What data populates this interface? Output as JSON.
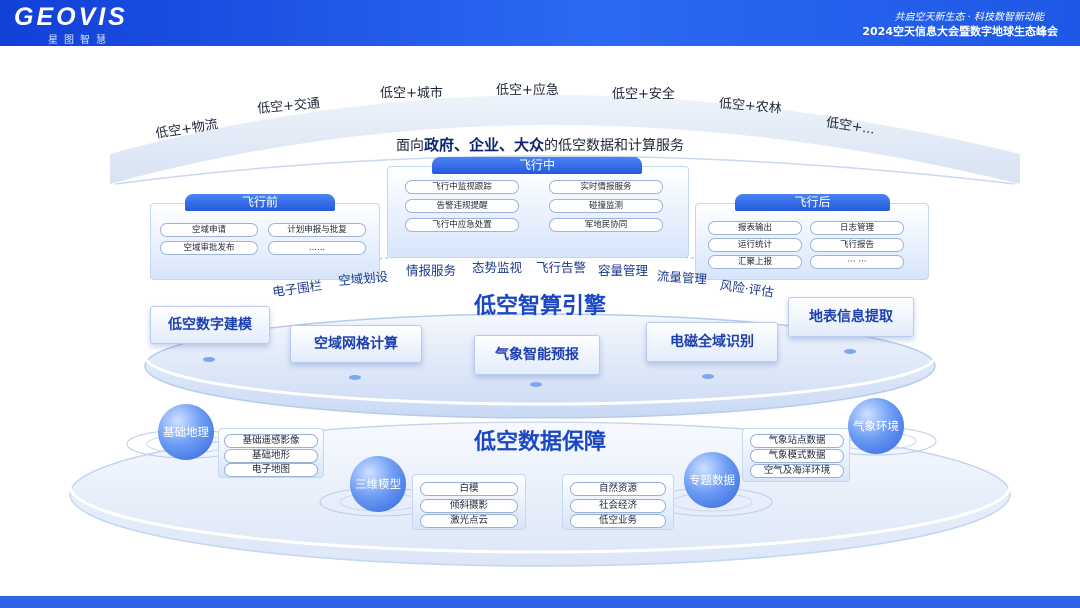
{
  "header": {
    "logo": "GEOVIS",
    "logo_sub": "星图智慧",
    "slogan": "共启空天新生态 · 科技数智新动能",
    "conference": "2024空天信息大会暨数字地球生态峰会"
  },
  "arc": {
    "items": [
      "低空+物流",
      "低空+交通",
      "低空+城市",
      "低空+应急",
      "低空+安全",
      "低空+农林",
      "低空+..."
    ]
  },
  "service": {
    "prefix": "面向",
    "highlight": "政府、企业、大众",
    "suffix": "的低空数据和计算服务"
  },
  "pre": {
    "tab": "飞行前",
    "items": [
      "空域申请",
      "计划申报与批复",
      "空域审批发布",
      "......"
    ]
  },
  "mid": {
    "tab": "飞行中",
    "items": [
      "飞行中监视跟踪",
      "实时情报服务",
      "告警违规提醒",
      "碰撞监测",
      "飞行中应急处置",
      "军地民协同"
    ]
  },
  "post": {
    "tab": "飞行后",
    "items": [
      "报表输出",
      "日志管理",
      "运行统计",
      "飞行报告",
      "汇聚上报",
      "··· ···"
    ]
  },
  "capabilities": [
    "电子围栏",
    "空域划设",
    "情报服务",
    "态势监视",
    "飞行告警",
    "容量管理",
    "流量管理",
    "风险·评估"
  ],
  "engine": {
    "title": "低空智算引擎",
    "cards": [
      "低空数字建模",
      "空域网格计算",
      "气象智能预报",
      "电磁全域识别",
      "地表信息提取"
    ]
  },
  "data": {
    "title": "低空数据保障",
    "groups": [
      {
        "name": "基础地理",
        "items": [
          "基础遥感影像",
          "基础地形",
          "电子地图"
        ]
      },
      {
        "name": "三维模型",
        "items": [
          "白模",
          "倾斜摄影",
          "激光点云"
        ]
      },
      {
        "name": "",
        "items": [
          "自然资源",
          "社会经济",
          "低空业务"
        ]
      },
      {
        "name": "专题数据",
        "items": []
      },
      {
        "name": "气象环境",
        "items": [
          "气象站点数据",
          "气象模式数据",
          "空气及海洋环境"
        ]
      }
    ]
  },
  "colors": {
    "primary": "#1a47c4",
    "header": "#2b6af2"
  }
}
